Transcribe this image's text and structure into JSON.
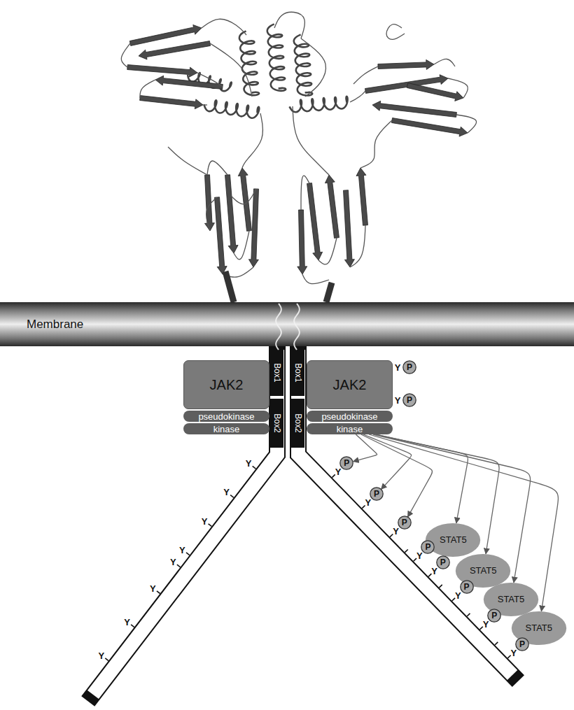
{
  "diagram": {
    "nodes": [
      {
        "text": [
          "Membrane"
        ]
      },
      {
        "text": [
          "JAK2"
        ]
      },
      {
        "text": [
          "pseudokinase"
        ]
      },
      {
        "text": [
          "kinase"
        ]
      },
      {
        "text": [
          "Box1"
        ]
      },
      {
        "text": [
          "Box2"
        ]
      },
      {
        "text": [
          "Box1"
        ]
      },
      {
        "text": [
          "Box2"
        ]
      },
      {
        "text": [
          "JAK2"
        ]
      },
      {
        "text": [
          "pseudokinase"
        ]
      },
      {
        "text": [
          "kinase"
        ]
      },
      {
        "text": [
          "P"
        ]
      },
      {
        "text": [
          "P"
        ]
      },
      {
        "text": [
          "P"
        ]
      },
      {
        "text": [
          "P"
        ]
      },
      {
        "text": [
          "P"
        ]
      },
      {
        "text": [
          "P"
        ]
      },
      {
        "text": [
          "P"
        ]
      },
      {
        "text": [
          "P"
        ]
      },
      {
        "text": [
          "P"
        ]
      },
      {
        "text": [
          "P"
        ]
      },
      {
        "text": [
          "STAT5"
        ]
      },
      {
        "text": [
          "STAT5"
        ]
      },
      {
        "text": [
          "STAT5"
        ]
      },
      {
        "text": [
          "STAT5"
        ]
      }
    ],
    "edges": [
      {
        "from": 10,
        "to": 13,
        "arrow": "to"
      },
      {
        "from": 10,
        "to": 14,
        "arrow": "to"
      },
      {
        "from": 10,
        "to": 15,
        "arrow": "to"
      },
      {
        "from": 10,
        "to": 21,
        "arrow": "to"
      },
      {
        "from": 10,
        "to": 22,
        "arrow": "to"
      },
      {
        "from": 10,
        "to": 23,
        "arrow": "to"
      },
      {
        "from": 10,
        "to": 24,
        "arrow": "to"
      }
    ],
    "labels": [
      "Y",
      "Y",
      "Y",
      "Y",
      "Y",
      "Y",
      "Y",
      "Y",
      "Y",
      "Y",
      "Y",
      "Y",
      "Y",
      "Y",
      "Y",
      "Y",
      "Y",
      "Y"
    ]
  }
}
